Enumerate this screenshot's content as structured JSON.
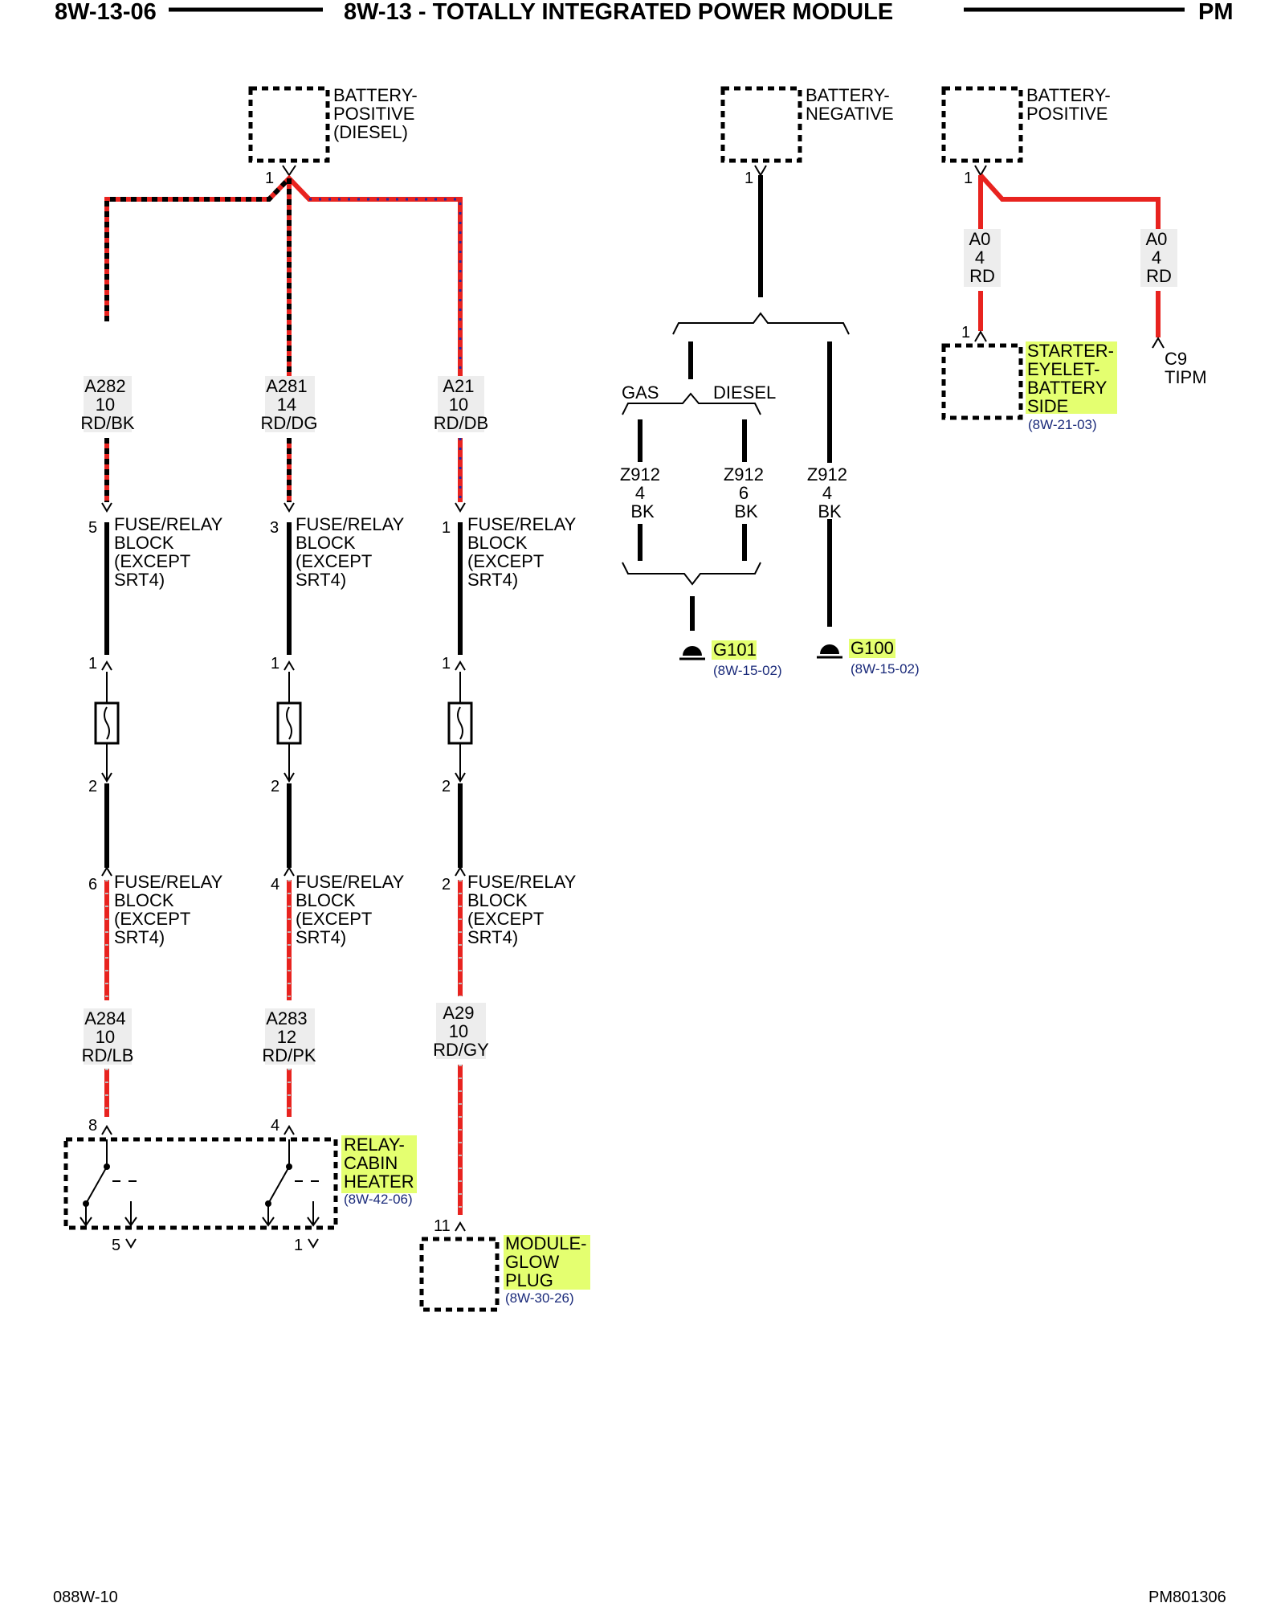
{
  "header": {
    "left": "8W-13-06",
    "title": "8W-13 - TOTALLY INTEGRATED POWER MODULE",
    "right": "PM"
  },
  "footer": {
    "left": "088W-10",
    "right": "PM801306"
  },
  "components": {
    "battery_positive_diesel": [
      "BATTERY-",
      "POSITIVE",
      "(DIESEL)"
    ],
    "battery_negative": [
      "BATTERY-",
      "NEGATIVE"
    ],
    "battery_positive": [
      "BATTERY-",
      "POSITIVE"
    ],
    "fuse_relay_block": [
      "FUSE/RELAY",
      "BLOCK",
      "(EXCEPT",
      "SRT4)"
    ],
    "starter_eyelet": [
      "STARTER-",
      "EYELET-",
      "BATTERY",
      "SIDE"
    ],
    "starter_eyelet_ref": "(8W-21-03)",
    "relay_cabin_heater": [
      "RELAY-",
      "CABIN",
      "HEATER"
    ],
    "relay_cabin_heater_ref": "(8W-42-06)",
    "module_glow_plug": [
      "MODULE-",
      "GLOW",
      "PLUG"
    ],
    "module_glow_plug_ref": "(8W-30-26)",
    "c9_tipm": [
      "C9",
      "TIPM"
    ],
    "g101": "G101",
    "g101_ref": "(8W-15-02)",
    "g100": "G100",
    "g100_ref": "(8W-15-02)",
    "gas": "GAS",
    "diesel": "DIESEL"
  },
  "wires": {
    "a282": [
      "A282",
      "10",
      "RD/BK"
    ],
    "a281": [
      "A281",
      "14",
      "RD/DG"
    ],
    "a21": [
      "A21",
      "10",
      "RD/DB"
    ],
    "a284": [
      "A284",
      "10",
      "RD/LB"
    ],
    "a283": [
      "A283",
      "12",
      "RD/PK"
    ],
    "a29": [
      "A29",
      "10",
      "RD/GY"
    ],
    "z912_gas": [
      "Z912",
      "4",
      "BK"
    ],
    "z912_diesel": [
      "Z912",
      "6",
      "BK"
    ],
    "z912_g100": [
      "Z912",
      "4",
      "BK"
    ],
    "a0_left": [
      "A0",
      "4",
      "RD"
    ],
    "a0_right": [
      "A0",
      "4",
      "RD"
    ]
  },
  "pins": {
    "p1": "1",
    "p2": "2",
    "p3": "3",
    "p4": "4",
    "p5": "5",
    "p6": "6",
    "p8": "8",
    "p11": "11"
  },
  "colors": {
    "wire_red": "#e8231f",
    "wire_black": "#000000",
    "tracer_blue": "#1c2aa6",
    "highlight": "#e4ff70",
    "reference_text": "#1a2a7a"
  }
}
